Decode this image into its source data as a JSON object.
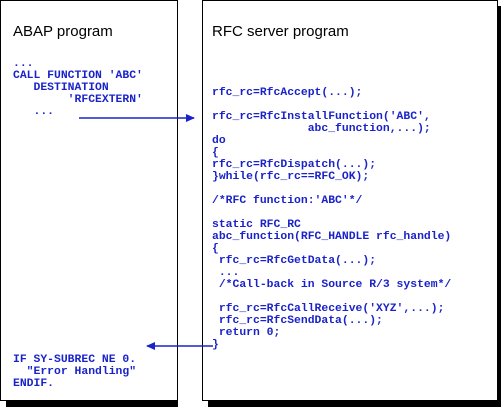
{
  "left": {
    "title": "ABAP program",
    "code_top": "...\nCALL FUNCTION 'ABC'\n   DESTINATION\n        'RFCEXTERN'\n   ...",
    "code_bottom": "IF SY-SUBREC NE 0.\n  \"Error Handling\"\nENDIF."
  },
  "right": {
    "title": "RFC server program",
    "code_main": "rfc_rc=RfcAccept(...);\n\nrfc_rc=RfcInstallFunction('ABC',\n              abc_function,...);\ndo\n{\nrfc_rc=RfcDispatch(...);\n}while(rfc_rc==RFC_OK);\n\n/*RFC function:'ABC'*/",
    "code_function": "static RFC_RC\nabc_function(RFC_HANDLE rfc_handle)\n{\n rfc_rc=RfcGetData(...);\n ...\n /*Call-back in Source R/3 system*/\n\n rfc_rc=RfcCallReceive('XYZ',...);\n rfc_rc=RfcSendData(...);\n return 0;\n}"
  },
  "colors": {
    "code": "#1a23c9",
    "arrow": "#1a23c9",
    "border": "#000000"
  }
}
